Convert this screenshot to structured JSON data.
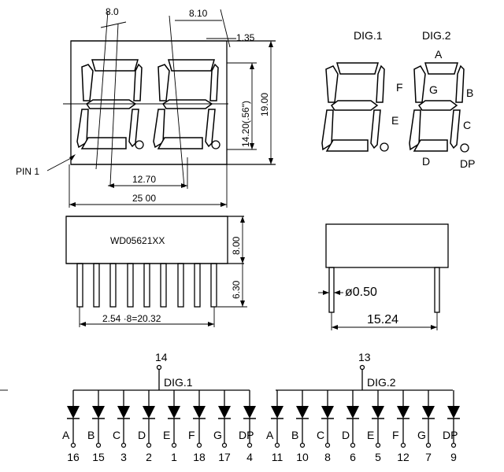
{
  "front_view": {
    "dim_digit_slant": "8.0",
    "dim_digit_width": "8.10",
    "dim_offset": "1.35",
    "dim_char_height": "14.20(.56\")",
    "dim_height": "19.00",
    "dim_pitch": "12.70",
    "dim_width": "25 00",
    "pin1_label": "PIN 1"
  },
  "segment_view": {
    "dig1_label": "DIG.1",
    "dig2_label": "DIG.2",
    "segments": {
      "a": "A",
      "b": "B",
      "c": "C",
      "d": "D",
      "e": "E",
      "f": "F",
      "g": "G",
      "dp": "DP"
    }
  },
  "side_view": {
    "part_number": "WD05621XX",
    "dim_body_height": "8.00",
    "dim_pin_length": "6.30",
    "dim_pin_pitch": "2.54 ·8=20.32"
  },
  "end_view": {
    "dim_pin_dia": "ø0.50",
    "dim_row_spacing": "15.24"
  },
  "schematic": {
    "dig1": {
      "common_pin": "14",
      "label": "DIG.1",
      "leds": [
        {
          "seg": "A",
          "pin": "16"
        },
        {
          "seg": "B",
          "pin": "15"
        },
        {
          "seg": "C",
          "pin": "3"
        },
        {
          "seg": "D",
          "pin": "2"
        },
        {
          "seg": "E",
          "pin": "1"
        },
        {
          "seg": "F",
          "pin": "18"
        },
        {
          "seg": "G",
          "pin": "17"
        },
        {
          "seg": "DP",
          "pin": "4"
        }
      ]
    },
    "dig2": {
      "common_pin": "13",
      "label": "DIG.2",
      "leds": [
        {
          "seg": "A",
          "pin": "11"
        },
        {
          "seg": "B",
          "pin": "10"
        },
        {
          "seg": "C",
          "pin": "8"
        },
        {
          "seg": "D",
          "pin": "6"
        },
        {
          "seg": "E",
          "pin": "5"
        },
        {
          "seg": "F",
          "pin": "12"
        },
        {
          "seg": "G",
          "pin": "7"
        },
        {
          "seg": "DP",
          "pin": "9"
        }
      ]
    }
  }
}
